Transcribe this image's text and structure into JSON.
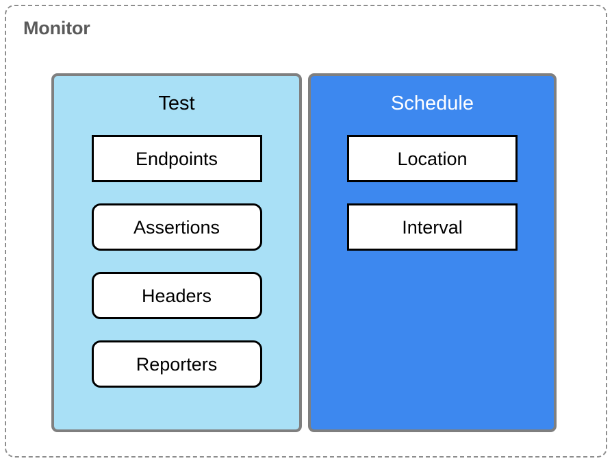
{
  "diagram": {
    "title": "Monitor",
    "colors": {
      "frame_border": "#8d8d8d",
      "title_text": "#5a5a5a",
      "test_panel_fill": "#a9e0f6",
      "schedule_panel_fill": "#3d88ef",
      "panel_border": "#7f7f7f",
      "node_fill": "#ffffff",
      "node_border": "#000000"
    },
    "panels": [
      {
        "id": "test",
        "title": "Test",
        "title_color": "dark",
        "nodes": [
          {
            "label": "Endpoints",
            "shape": "sharp"
          },
          {
            "label": "Assertions",
            "shape": "rounded"
          },
          {
            "label": "Headers",
            "shape": "rounded"
          },
          {
            "label": "Reporters",
            "shape": "rounded"
          }
        ]
      },
      {
        "id": "schedule",
        "title": "Schedule",
        "title_color": "light",
        "nodes": [
          {
            "label": "Location",
            "shape": "sharp"
          },
          {
            "label": "Interval",
            "shape": "sharp"
          }
        ]
      }
    ]
  }
}
